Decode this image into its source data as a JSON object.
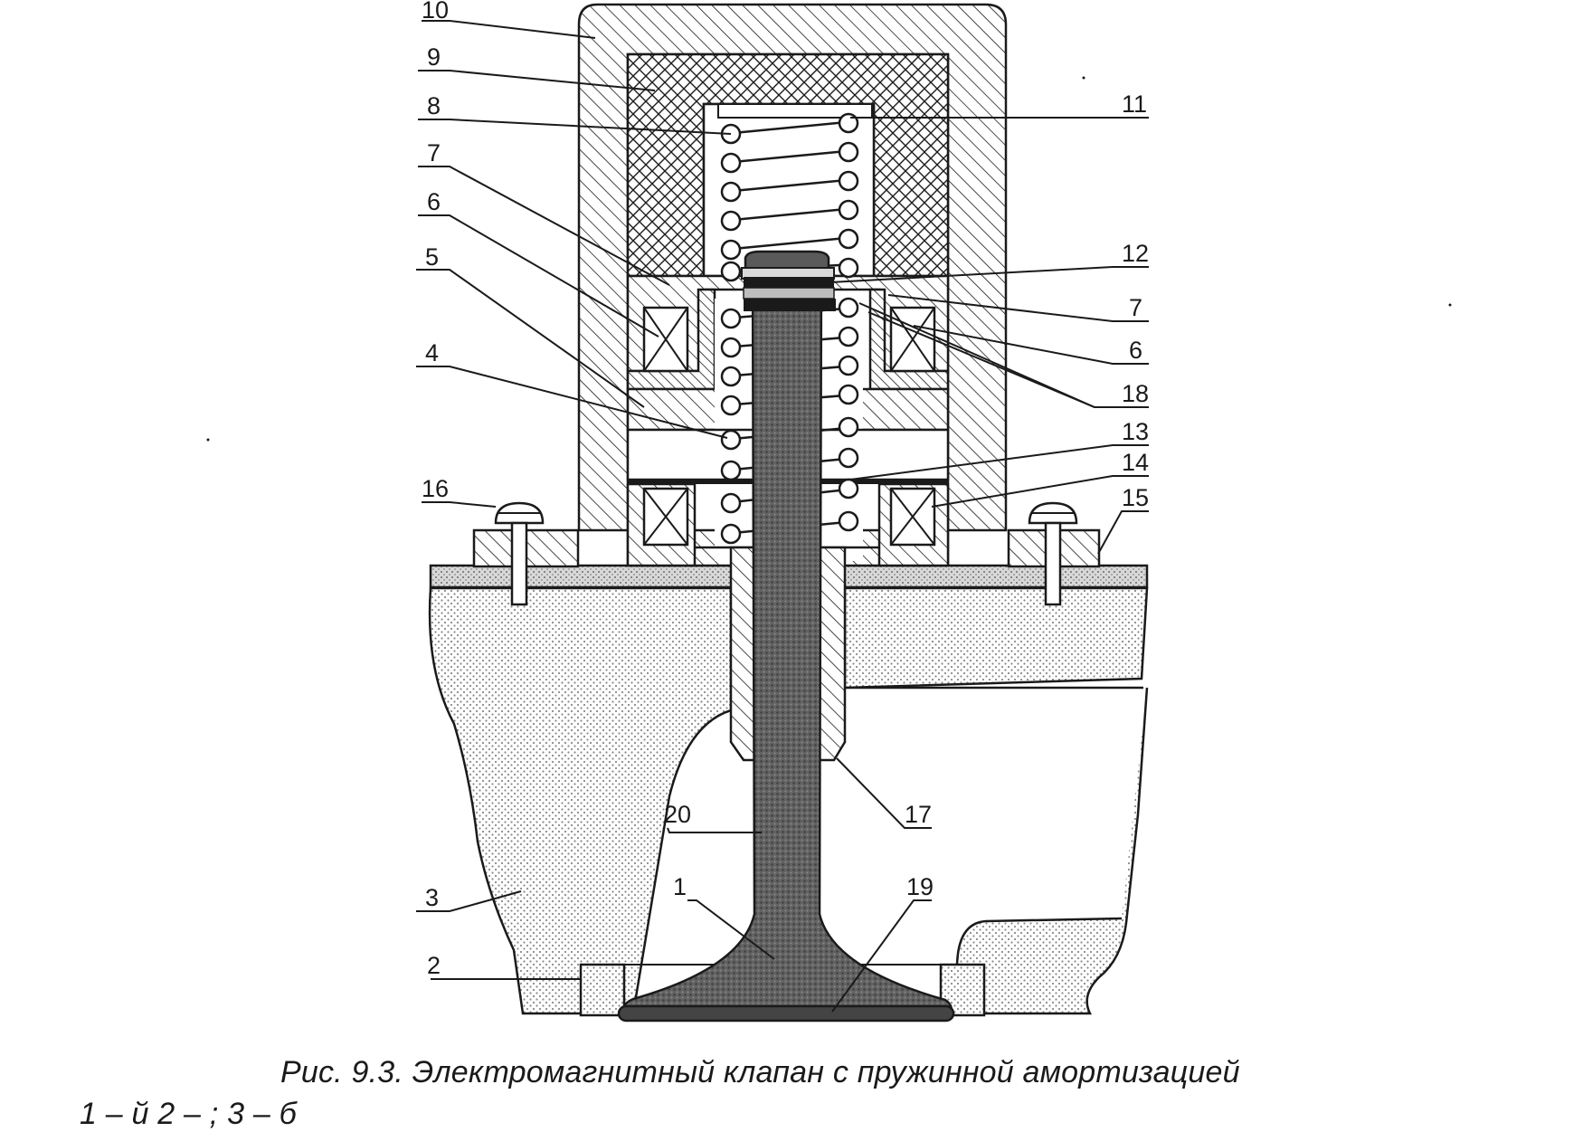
{
  "caption": {
    "line1": "Рис. 9.3. Электромагнитный клапан с пружинной амортизацией",
    "line2": "1 –                                         й              2 –                   ;              3 –                б"
  },
  "colors": {
    "ink": "#1a1a1a",
    "stem": "#6b6b6b",
    "stem_dark": "#3a3a3a",
    "dots": "#9a9a9a",
    "gasket": "#cfcfcf",
    "paper": "#ffffff"
  },
  "labels": [
    {
      "id": "10",
      "text": "10"
    },
    {
      "id": "9",
      "text": "9"
    },
    {
      "id": "8",
      "text": "8"
    },
    {
      "id": "7a",
      "text": "7"
    },
    {
      "id": "6a",
      "text": "6"
    },
    {
      "id": "5",
      "text": "5"
    },
    {
      "id": "4",
      "text": "4"
    },
    {
      "id": "16",
      "text": "16"
    },
    {
      "id": "3",
      "text": "3"
    },
    {
      "id": "2",
      "text": "2"
    },
    {
      "id": "11",
      "text": "11"
    },
    {
      "id": "12",
      "text": "12"
    },
    {
      "id": "7b",
      "text": "7"
    },
    {
      "id": "6b",
      "text": "6"
    },
    {
      "id": "18",
      "text": "18"
    },
    {
      "id": "13",
      "text": "13"
    },
    {
      "id": "14",
      "text": "14"
    },
    {
      "id": "15",
      "text": "15"
    },
    {
      "id": "17",
      "text": "17"
    },
    {
      "id": "20",
      "text": "20"
    },
    {
      "id": "1",
      "text": "1"
    },
    {
      "id": "19",
      "text": "19"
    }
  ]
}
